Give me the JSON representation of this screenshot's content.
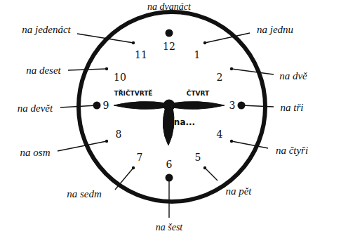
{
  "diagram": {
    "labels": [
      "na dvanáct",
      "na jedenáct",
      "na jednu",
      "na deset",
      "na dvě",
      "na devět",
      "na tři",
      "na osm",
      "na čtyři",
      "na sedm",
      "na pět",
      "na šest",
      "12",
      "1",
      "2",
      "3",
      "4",
      "5",
      "6",
      "7",
      "8",
      "9",
      "10",
      "11",
      "TŘIČTVRTĚ",
      "ČTVRT",
      "na..."
    ]
  }
}
